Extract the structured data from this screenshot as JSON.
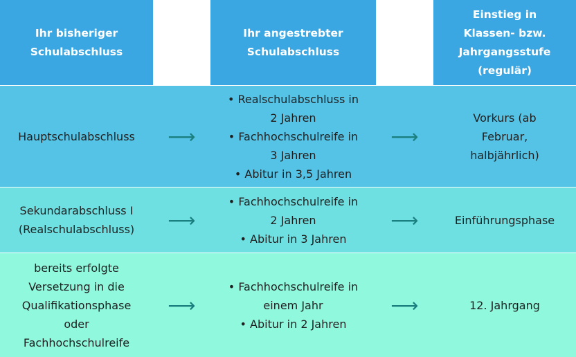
{
  "header": {
    "col1": [
      "Ihr bisheriger",
      "Schulabschluss"
    ],
    "col3": [
      "Ihr angestrebter",
      "Schulabschluss"
    ],
    "col5": [
      "Einstieg in",
      "Klassen- bzw.",
      "Jahrgangsstufe",
      "(regulär)"
    ]
  },
  "arrow_glyph": "⟶",
  "rows": [
    {
      "from": [
        "Hauptschulabschluss"
      ],
      "target": [
        "• Realschulabschluss in",
        "2 Jahren",
        "• Fachhochschulreife in",
        "3 Jahren",
        "• Abitur in 3,5 Jahren"
      ],
      "entry": [
        "Vorkurs (ab",
        "Februar,",
        "halbjährlich)"
      ]
    },
    {
      "from": [
        "Sekundarabschluss I",
        "(Realschulabschluss)"
      ],
      "target": [
        "• Fachhochschulreife in",
        "2 Jahren",
        "• Abitur in 3 Jahren"
      ],
      "entry": [
        "Einführungsphase"
      ]
    },
    {
      "from": [
        "bereits erfolgte",
        "Versetzung in die",
        "Qualifikationsphase",
        "oder",
        "Fachhochschulreife"
      ],
      "target": [
        "• Fachhochschulreife in",
        "einem Jahr",
        "• Abitur in 2 Jahren"
      ],
      "entry": [
        "12. Jahrgang"
      ]
    }
  ],
  "colors": {
    "header": "#3aa6e2",
    "row1": "#55c3e6",
    "row2": "#6ee0e2",
    "row3": "#8ff8dd",
    "arrow": "#1c7f7f"
  }
}
